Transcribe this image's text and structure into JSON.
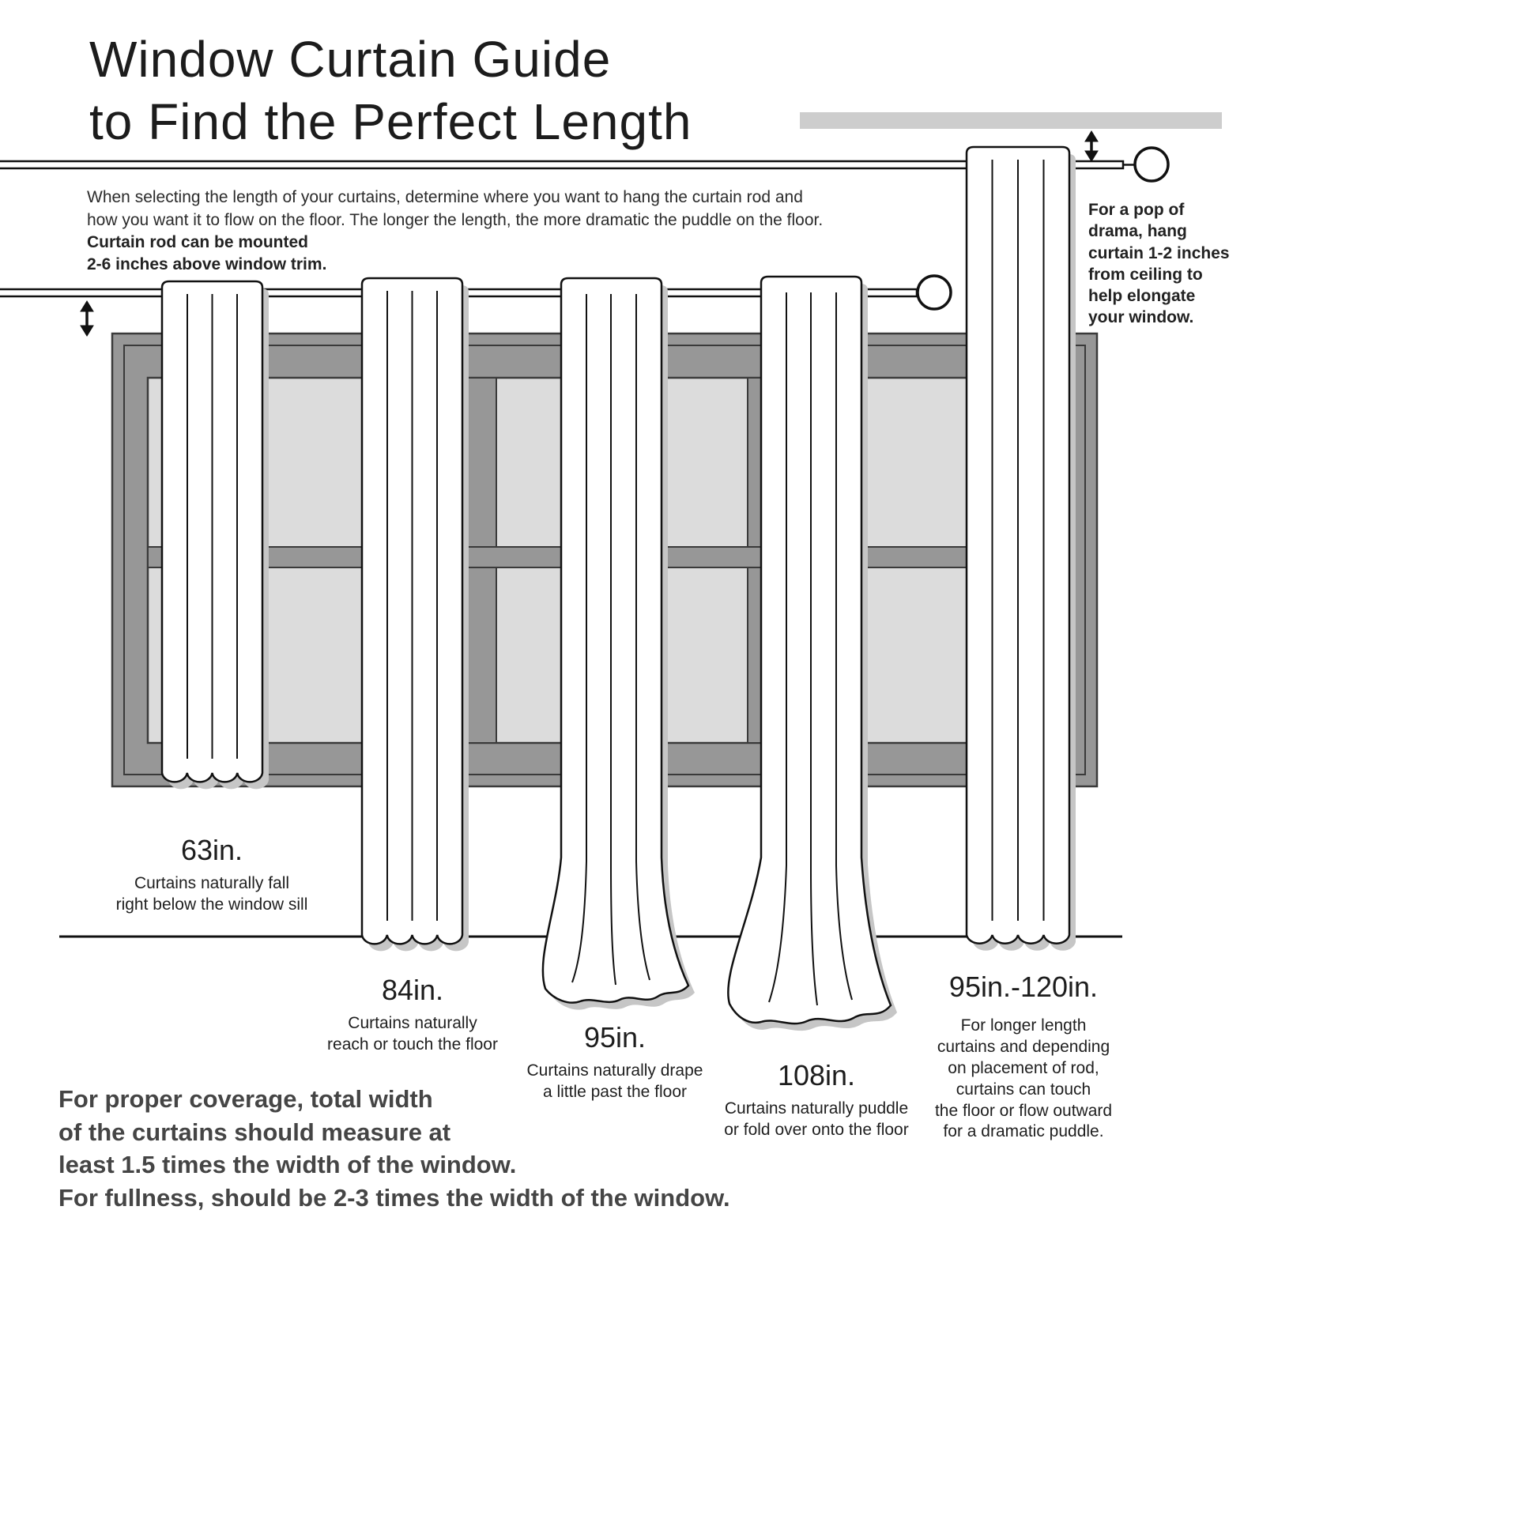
{
  "page": {
    "title": "Window Curtain Guide\nto Find the Perfect Length",
    "intro": "When selecting the length of your curtains, determine where you want to hang the curtain rod and\nhow you want it to flow on the floor. The longer the length, the more dramatic the puddle on the floor.",
    "rod_note": "Curtain rod can be mounted\n2-6 inches above window trim.",
    "ceiling_note": "For a pop of\ndrama, hang\ncurtain 1-2 inches\nfrom ceiling to\nhelp elongate\nyour window.",
    "coverage_note": "For proper coverage, total width\nof the curtains should measure at\nleast 1.5 times the width of the window.\nFor fullness, should be 2-3 times the width of the window."
  },
  "curtains": [
    {
      "size": "63in.",
      "description": "Curtains naturally fall\nright below the window sill"
    },
    {
      "size": "84in.",
      "description": "Curtains naturally\nreach or touch the floor"
    },
    {
      "size": "95in.",
      "description": "Curtains naturally drape\na little past the floor"
    },
    {
      "size": "108in.",
      "description": "Curtains naturally puddle\nor fold over onto the floor"
    },
    {
      "size": "95in.-120in.",
      "description": "For longer length\ncurtains and depending\non placement of rod,\ncurtains can touch\nthe floor or flow outward\nfor a dramatic puddle."
    }
  ],
  "colors": {
    "ink": "#111111",
    "window_frame": "#979797",
    "window_pane": "#dcdcdc",
    "curtain_shadow": "#c6c6c6",
    "ceiling_bar": "#cdcdcd"
  }
}
